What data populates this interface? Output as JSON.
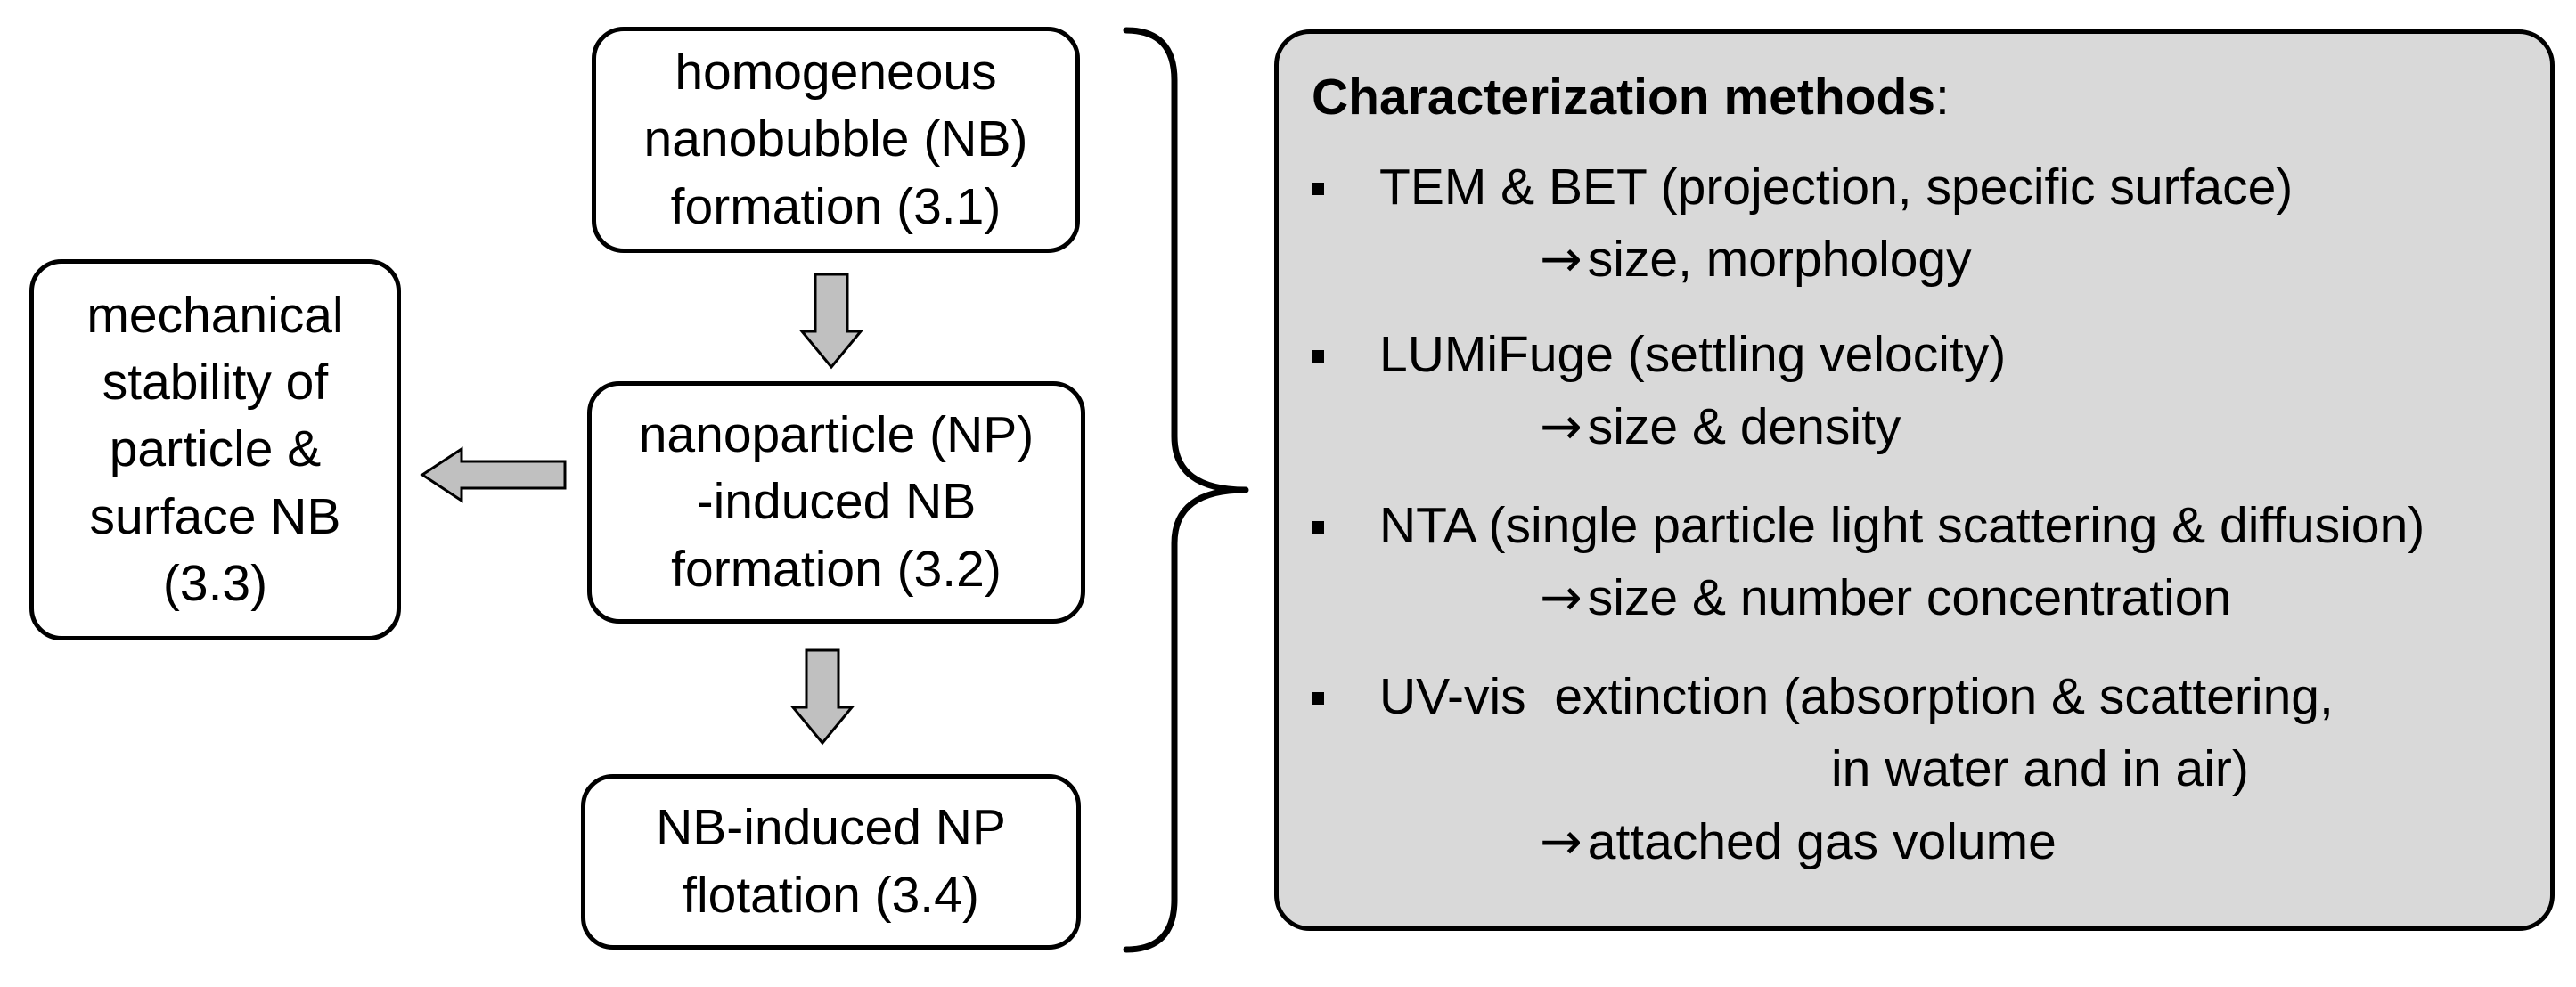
{
  "flow": {
    "homogeneous": [
      "homogeneous",
      "nanobubble (NB)",
      "formation (3.1)"
    ],
    "np_induced": [
      "nanoparticle (NP)",
      "-induced NB",
      "formation (3.2)"
    ],
    "flotation": [
      "NB-induced NP",
      "flotation (3.4)"
    ],
    "mechanical": [
      "mechanical",
      "stability of",
      "particle &",
      "surface NB",
      "(3.3)"
    ]
  },
  "panel": {
    "title_bold": "Characterization methods",
    "title_suffix": ":",
    "items": [
      {
        "method": "TEM & BET (projection, specific surface)",
        "result": "size, morphology"
      },
      {
        "method": "LUMiFuge (settling velocity)",
        "result": "size & density"
      },
      {
        "method": "NTA (single particle light scattering & diffusion)",
        "result": "size & number concentration"
      },
      {
        "method": "UV-vis  extinction (absorption & scattering,",
        "continuation": "in water and in air)",
        "result": "attached gas volume"
      }
    ],
    "arrow_symbol": "→"
  },
  "colors": {
    "panel_fill": "#d9d9d9",
    "arrow_fill": "#c0c0c0",
    "outline": "#000000"
  }
}
